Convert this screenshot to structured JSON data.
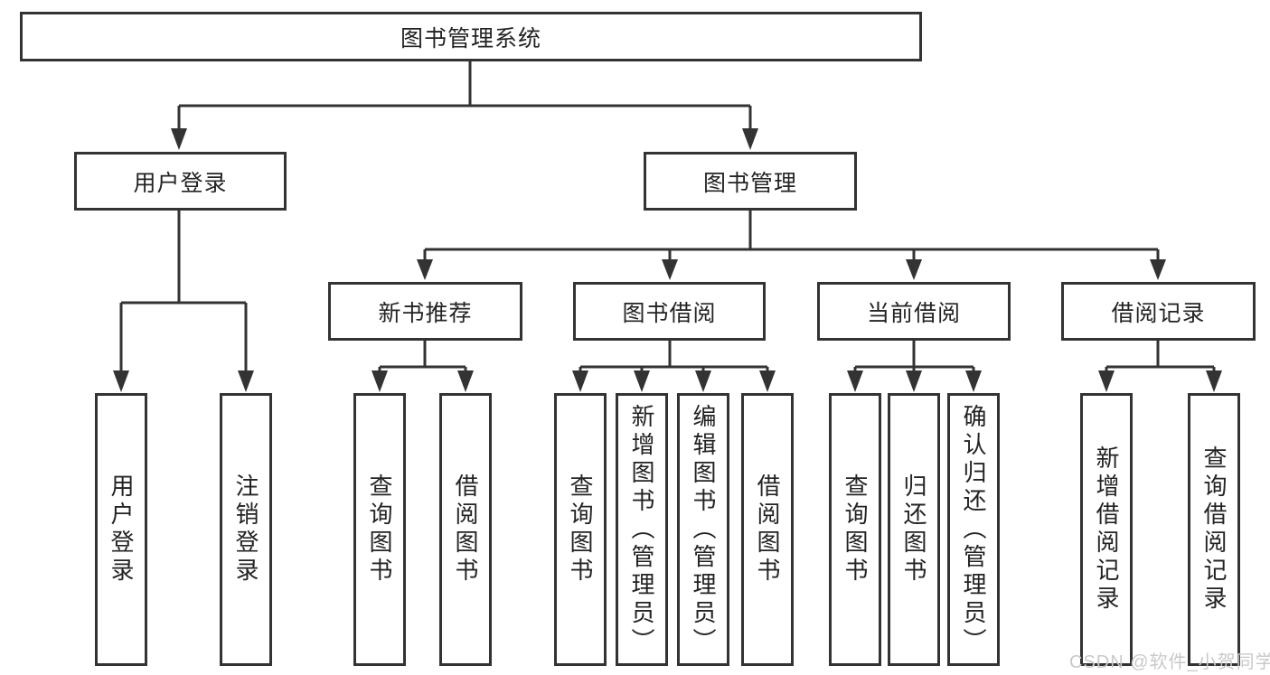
{
  "diagram": {
    "root": {
      "label": "图书管理系统"
    },
    "branches": [
      {
        "label": "用户登录",
        "children": [
          "用户登录",
          "注销登录"
        ]
      },
      {
        "label": "图书管理",
        "children_groups": [
          {
            "label": "新书推荐",
            "children": [
              "查询图书",
              "借阅图书"
            ]
          },
          {
            "label": "图书借阅",
            "children": [
              "查询图书",
              "新增图书（管理员）",
              "编辑图书（管理员）",
              "借阅图书"
            ]
          },
          {
            "label": "当前借阅",
            "children": [
              "查询图书",
              "归还图书",
              "确认归还（管理员）"
            ]
          },
          {
            "label": "借阅记录",
            "children": [
              "新增借阅记录",
              "查询借阅记录"
            ]
          }
        ]
      }
    ]
  },
  "watermark": {
    "text": "CSDN @软件_小贺同学"
  },
  "colors": {
    "line": "#333333",
    "box_border": "#333333",
    "text": "#232323",
    "background": "#ffffff",
    "watermark": "#c9c9c9"
  }
}
